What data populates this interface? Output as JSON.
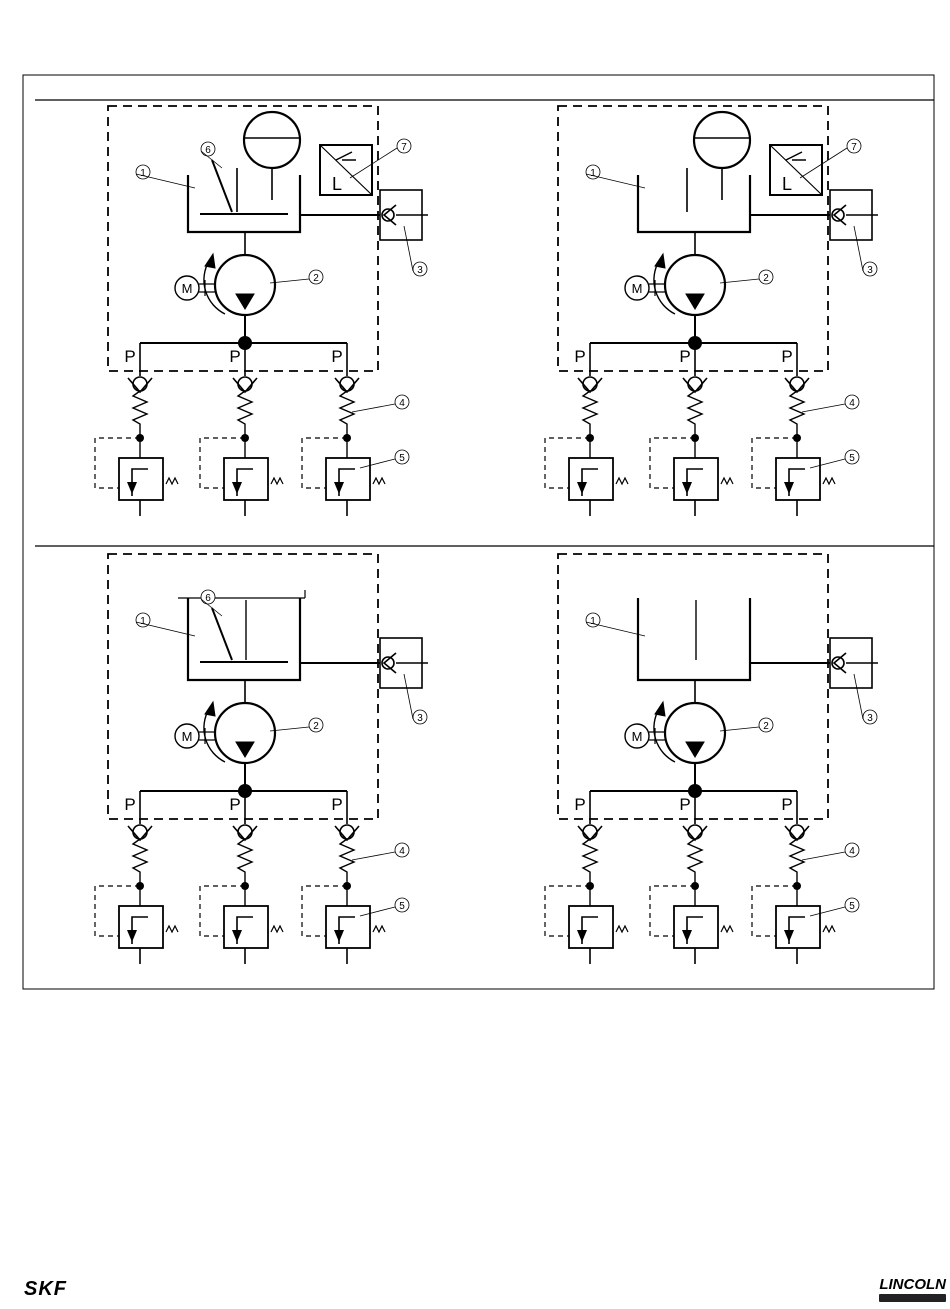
{
  "diagrams": [
    {
      "id": "top-left",
      "has_level_switch": true,
      "has_follower_plate": true,
      "open_reservoir": false
    },
    {
      "id": "top-right",
      "has_level_switch": true,
      "has_follower_plate": false,
      "open_reservoir": false
    },
    {
      "id": "bottom-left",
      "has_level_switch": false,
      "has_follower_plate": true,
      "open_reservoir": true
    },
    {
      "id": "bottom-right",
      "has_level_switch": false,
      "has_follower_plate": false,
      "open_reservoir": true
    }
  ],
  "labels": {
    "port": "P",
    "motor": "M",
    "level_switch": "L",
    "item_reservoir": "1",
    "item_pump": "2",
    "item_fill_check": "3",
    "item_outlet": "4",
    "item_relief": "5",
    "item_plate": "6",
    "item_switch": "7"
  },
  "footer": {
    "left_logo": "SKF",
    "right_logo": "LINCOLN"
  }
}
